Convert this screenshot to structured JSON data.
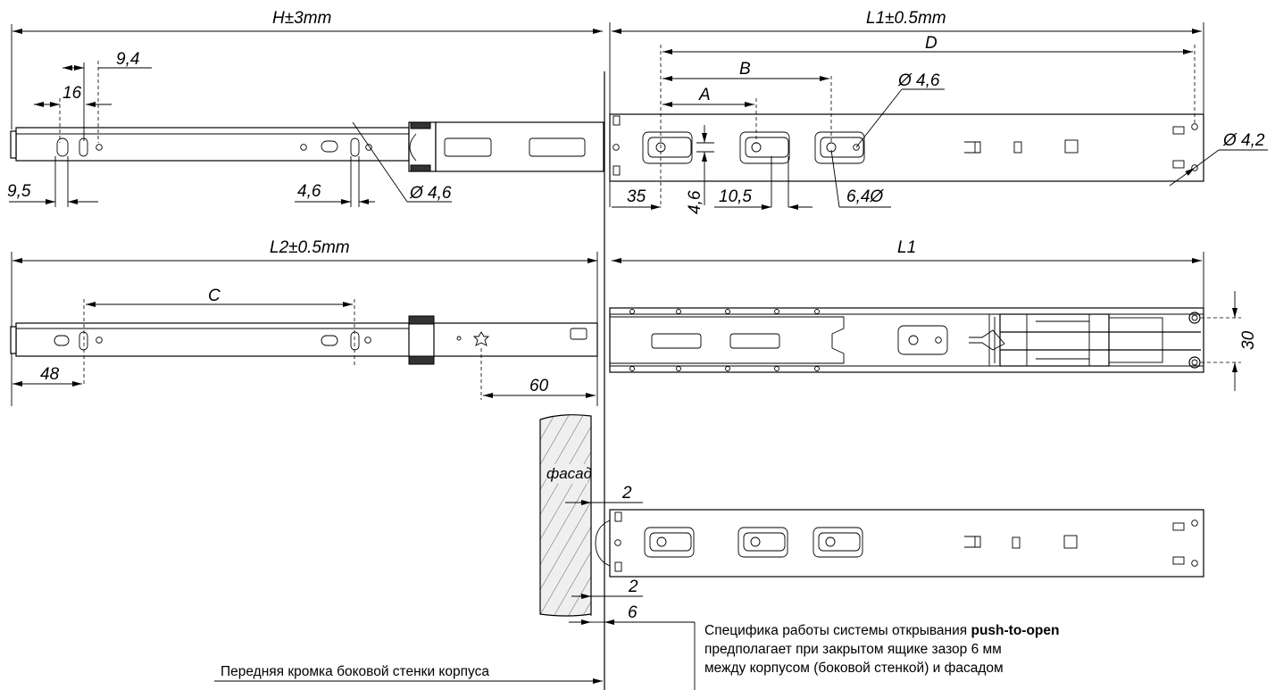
{
  "dimensions": {
    "h_total": "H±3mm",
    "l1_total": "L1±0.5mm",
    "l2_total": "L2±0.5mm",
    "l1": "L1",
    "a": "A",
    "b": "B",
    "c": "C",
    "d": "D",
    "d9_4": "9,4",
    "d16": "16",
    "d9_5": "9,5",
    "d4_6_h": "4,6",
    "dia4_6_left": "Ø 4,6",
    "dia4_6_right": "Ø 4,6",
    "dia4_2": "Ø 4,2",
    "d35": "35",
    "d4_6_v": "4,6",
    "d10_5": "10,5",
    "dia6_4": "6,4Ø",
    "d48": "48",
    "d60": "60",
    "d30": "30",
    "gap_top": "2",
    "gap_bottom": "2",
    "gap_6": "6"
  },
  "labels": {
    "facade": "фасад",
    "front_edge": "Передняя кромка боковой стенки корпуса"
  },
  "note": {
    "line1_prefix": "Специфика работы системы открывания ",
    "line1_bold": "push-to-open",
    "line2": "предполагает при закрытом ящике зазор 6 мм",
    "line3": "между корпусом (боковой стенкой) и фасадом"
  }
}
